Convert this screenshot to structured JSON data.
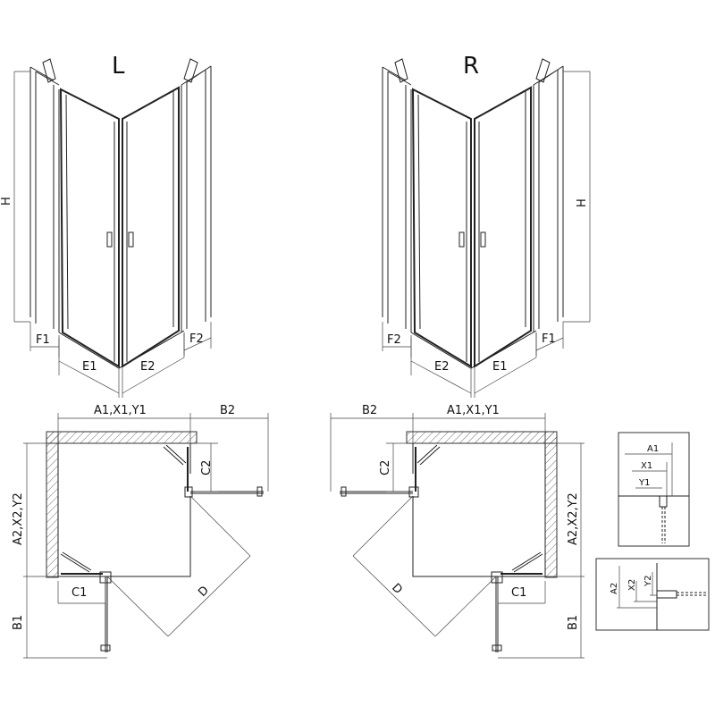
{
  "views": {
    "left_title": "L",
    "right_title": "R"
  },
  "labels": {
    "H": "H",
    "F1": "F1",
    "F2": "F2",
    "E1": "E1",
    "E2": "E2",
    "A1X1Y1": "A1,X1,Y1",
    "A2X2Y2": "A2,X2,Y2",
    "B1": "B1",
    "B2": "B2",
    "C1": "C1",
    "C2": "C2",
    "D": "D",
    "A1": "A1",
    "X1": "X1",
    "Y1": "Y1",
    "A2": "A2",
    "X2": "X2",
    "Y2": "Y2"
  }
}
